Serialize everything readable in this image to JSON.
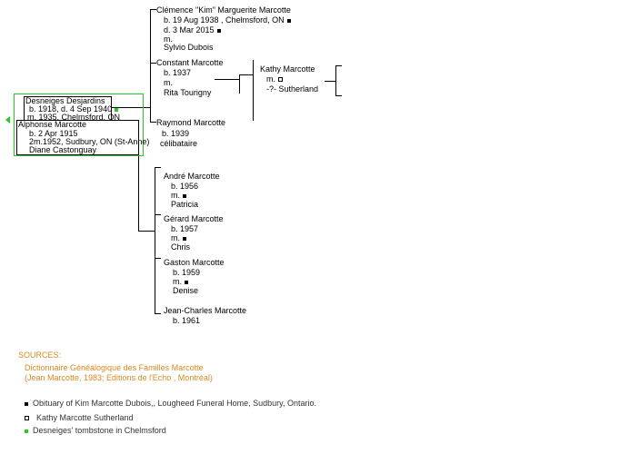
{
  "clemence": {
    "name": "Clémence \"Kim\" Marguerite Marcotte",
    "birth": "b. 19 Aug 1938 , Chelmsford, ON",
    "death": "d. 3 Mar 2015",
    "m": "m.",
    "spouse": "Sylvio Dubois"
  },
  "constant": {
    "name": "Constant Marcotte",
    "birth": "b. 1937",
    "m": "m.",
    "spouse": "Rita Tourigny"
  },
  "kathy": {
    "name": "Kathy Marcotte",
    "m": "m.",
    "spouse": "-?-  Sutherland"
  },
  "raymond": {
    "name": "Raymond Marcotte",
    "birth": "b. 1939",
    "note": "célibataire"
  },
  "desneiges": {
    "name": "Desneiges Desjardins",
    "dates": "b. 1918,  d. 4 Sep 1940",
    "marriage": "m. 1935, Chelmsford, ON"
  },
  "alphonse": {
    "name": "Alphonse Marcotte",
    "birth": "b. 2 Apr 1915",
    "marriage2": "2m.1952, Sudbury, ON (St-Anne)",
    "spouse2": "Diane Castonguay"
  },
  "andre": {
    "name": "André Marcotte",
    "birth": "b. 1956",
    "m": "m.",
    "spouse": "Patricia"
  },
  "gerard": {
    "name": "Gérard Marcotte",
    "birth": "b. 1957",
    "m": "m.",
    "spouse": "Chris"
  },
  "gaston": {
    "name": "Gaston Marcotte",
    "birth": "b. 1959",
    "m": "m.",
    "spouse": "Denise"
  },
  "jeancharles": {
    "name": "Jean-Charles Marcotte",
    "birth": "b. 1961"
  },
  "sources": {
    "heading": "SOURCES:",
    "title": "Dictionnaire Généalogique des Familles Marcotte",
    "citation": "(Jean Marcotte, 1983; Editions de l'Echo , Montréal)",
    "items": [
      {
        "marker": "black-square",
        "text": "Obituary of Kim Marcotte Dubois,, Lougheed Funeral Home, Sudbury, Ontario."
      },
      {
        "marker": "hollow-square",
        "text": "Kathy Marcotte Sutherland"
      },
      {
        "marker": "green-square",
        "text": "Desneiges' tombstone in Chelmsford"
      }
    ]
  },
  "colors": {
    "sources": "#d98a1f",
    "green": "#22cc22",
    "line": "#000000"
  }
}
